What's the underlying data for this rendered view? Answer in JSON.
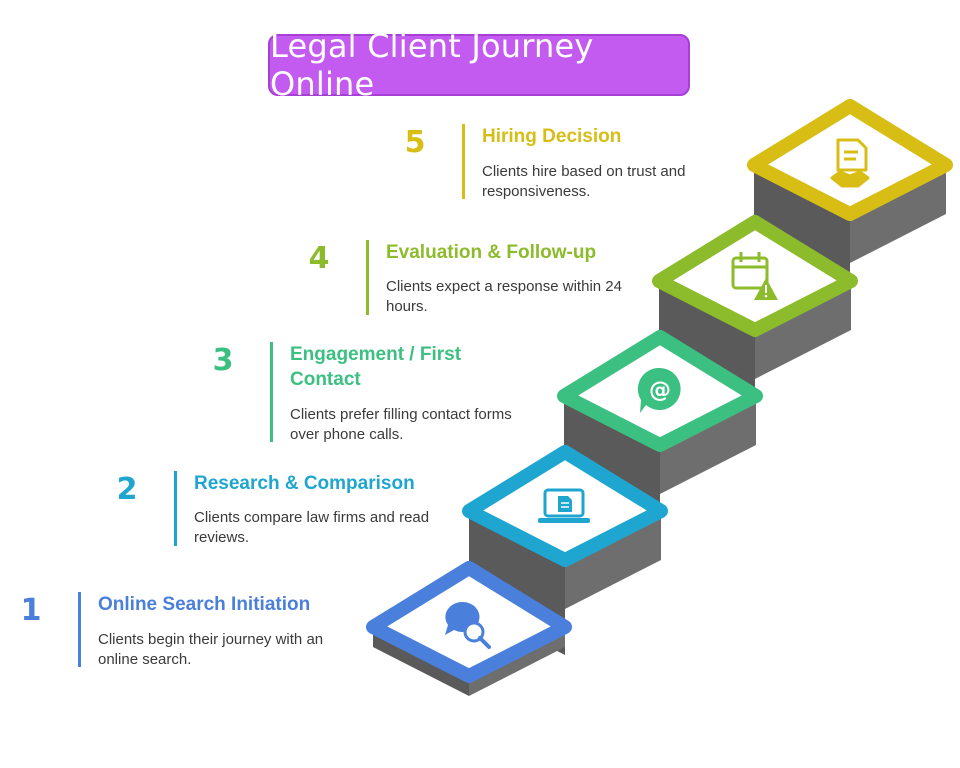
{
  "title": "Legal Client Journey Online",
  "colors": {
    "title_bg": "#c45bf1",
    "step1": "#4a7fdc",
    "step2": "#1fa6d0",
    "step3": "#3cc081",
    "step4": "#8cbb2c",
    "step5": "#d8bd14",
    "stair_side": "#666666",
    "stair_front": "#5a5a5a"
  },
  "steps": [
    {
      "number": "1",
      "heading": "Online Search Initiation",
      "description": "Clients begin their journey with an online search.",
      "icon": "search-chat-icon"
    },
    {
      "number": "2",
      "heading": "Research & Comparison",
      "description": "Clients compare law firms and read reviews.",
      "icon": "laptop-document-icon"
    },
    {
      "number": "3",
      "heading": "Engagement / First Contact",
      "description": "Clients prefer filling contact forms over phone calls.",
      "icon": "email-at-icon"
    },
    {
      "number": "4",
      "heading": "Evaluation & Follow-up",
      "description": "Clients expect a response within 24 hours.",
      "icon": "calendar-warning-icon"
    },
    {
      "number": "5",
      "heading": "Hiring Decision",
      "description": "Clients hire based on trust and responsiveness.",
      "icon": "contract-handshake-icon"
    }
  ]
}
